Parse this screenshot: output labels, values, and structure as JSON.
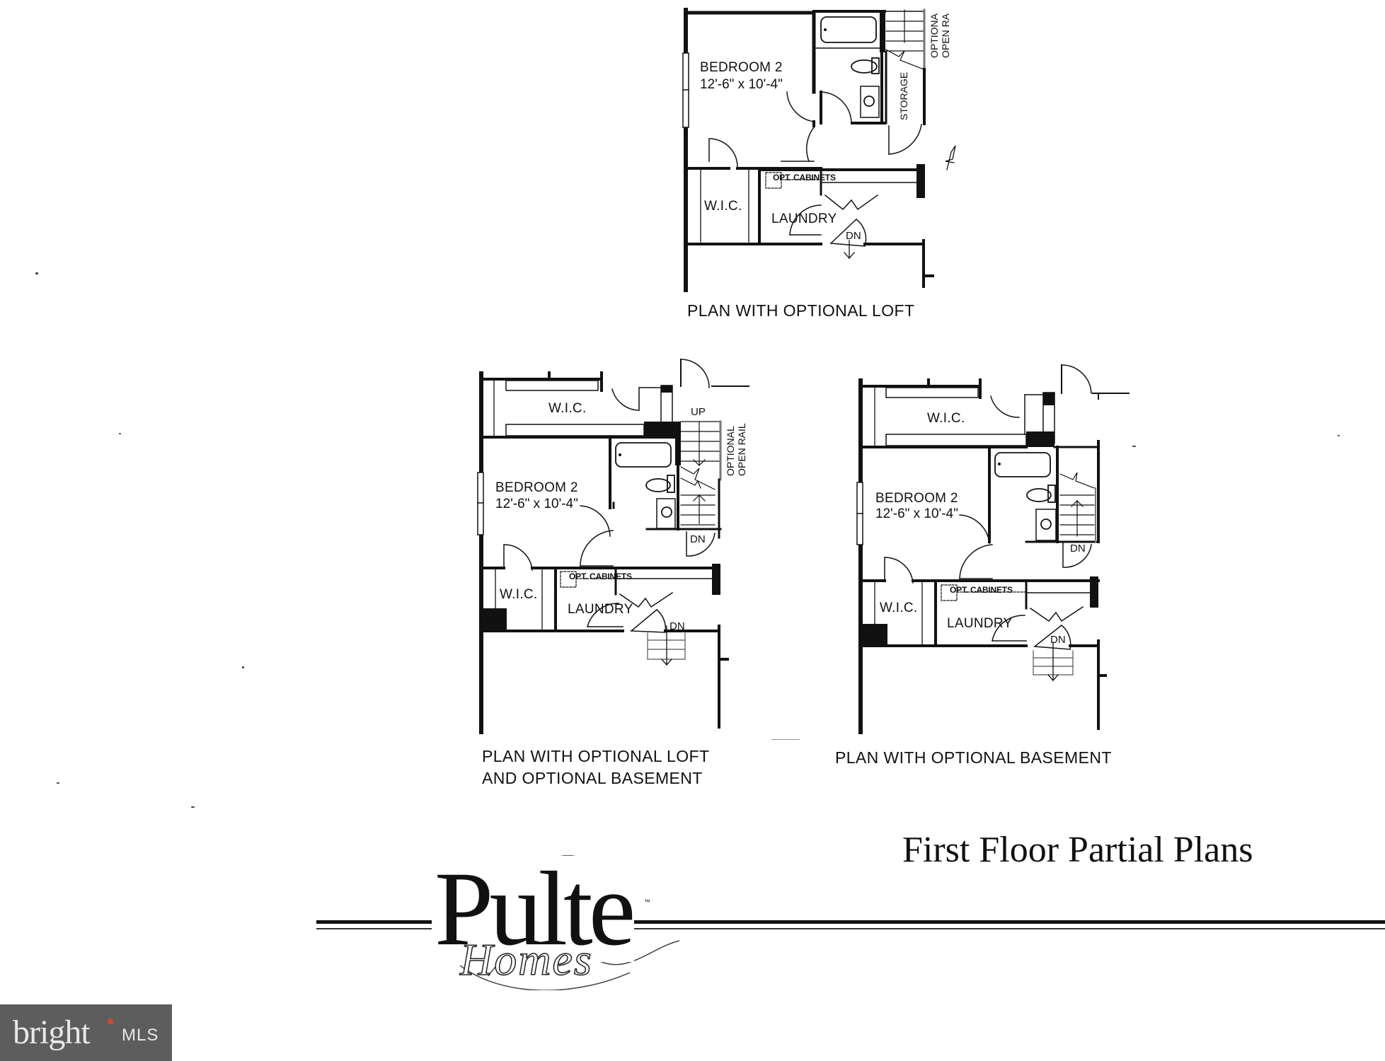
{
  "document": {
    "title": "First Floor Partial Plans",
    "brand": {
      "name": "Pulte",
      "subname": "Homes",
      "trademark": "™"
    },
    "watermark": {
      "text": "bright",
      "suffix": "MLS",
      "accent_color": "#d9472b",
      "background_color": "#5d5d5d"
    }
  },
  "plans": [
    {
      "id": "optional-loft",
      "caption": "PLAN WITH OPTIONAL LOFT",
      "rooms": {
        "bedroom": "BEDROOM 2",
        "bedroom_dim": "12'-6\" x 10'-4\"",
        "storage": "STORAGE",
        "wic": "W.I.C.",
        "laundry": "LAUNDRY",
        "cabinets": "OPT. CABINETS",
        "dn": "DN",
        "rail_line1": "OPTIONA",
        "rail_line2": "OPEN RA"
      }
    },
    {
      "id": "optional-loft-and-basement",
      "caption_line1": "PLAN WITH OPTIONAL LOFT",
      "caption_line2": "AND OPTIONAL BASEMENT",
      "rooms": {
        "wic_top": "W.I.C.",
        "up": "UP",
        "rail_line1": "OPTIONAL",
        "rail_line2": "OPEN RAIL",
        "bedroom": "BEDROOM 2",
        "bedroom_dim": "12'-6\" x 10'-4\"",
        "dn_stair": "DN",
        "wic": "W.I.C.",
        "cabinets": "OPT. CABINETS",
        "laundry": "LAUNDRY",
        "dn": "DN"
      }
    },
    {
      "id": "optional-basement",
      "caption": "PLAN WITH OPTIONAL BASEMENT",
      "rooms": {
        "wic_top": "W.I.C.",
        "bedroom": "BEDROOM 2",
        "bedroom_dim": "12'-6\" x 10'-4\"",
        "dn_stair": "DN",
        "wic": "W.I.C.",
        "cabinets": "OPT. CABINETS",
        "laundry": "LAUNDRY",
        "dn": "DN"
      }
    }
  ]
}
